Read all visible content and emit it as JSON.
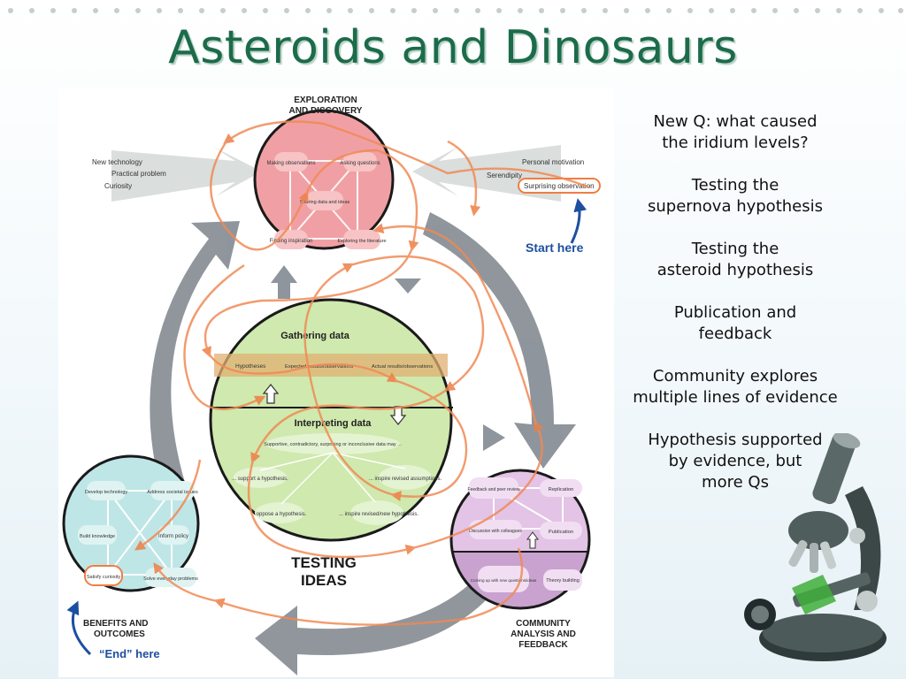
{
  "slide": {
    "title": "Asteroids and Dinosaurs"
  },
  "diagram": {
    "exploration": {
      "title_line1": "EXPLORATION",
      "title_line2": "AND DISCOVERY",
      "nodes": [
        "Making observations",
        "Asking questions",
        "Sharing data and ideas",
        "Finding inspiration",
        "Exploring the literature"
      ]
    },
    "left_inputs": [
      "New technology",
      "Practical problem",
      "Curiosity"
    ],
    "right_inputs": [
      "Personal motivation",
      "Serendipity",
      "Surprising observation"
    ],
    "start_label": "Start here",
    "testing": {
      "gathering": "Gathering data",
      "bands": [
        "Hypotheses",
        "Expected results/observations",
        "Actual results/observations"
      ],
      "interpreting": "Interpreting data",
      "interp_text": "Supportive, contradictory, surprising or inconclusive data may ...",
      "outcomes": [
        "... support a hypothesis.",
        "... inspire revised assumptions.",
        "oppose a hypothesis.",
        "... inspire revised/new hypothesis."
      ],
      "label_line1": "TESTING",
      "label_line2": "IDEAS"
    },
    "benefits": {
      "nodes": [
        "Develop technology",
        "Address societal issues",
        "Build knowledge",
        "Inform policy",
        "Satisfy curiosity",
        "Solve everyday problems"
      ],
      "title_line1": "BENEFITS AND",
      "title_line2": "OUTCOMES",
      "end_label": "“End” here"
    },
    "community": {
      "nodes": [
        "Feedback and peer review",
        "Replication",
        "Discussion with colleagues",
        "Publication",
        "Coming up with new questions/ideas",
        "Theory building"
      ],
      "title_line1": "COMMUNITY",
      "title_line2": "ANALYSIS AND",
      "title_line3": "FEEDBACK"
    }
  },
  "notes": [
    "New Q: what caused\nthe iridium levels?",
    "Testing the\nsupernova hypothesis",
    "Testing the\nasteroid hypothesis",
    "Publication and\nfeedback",
    "Community explores\nmultiple lines of evidence",
    "Hypothesis supported\nby evidence, but\nmore Qs"
  ],
  "colors": {
    "title": "#1c6b4a",
    "exploration_fill": "#f0a0a4",
    "testing_fill": "#cfe9ae",
    "benefits_fill": "#bfe6e6",
    "community_fill": "#e3c3e6",
    "path": "#f08a55",
    "cycle_arrow": "#8a9097",
    "start_blue": "#1d4fa0"
  },
  "decor": [
    "microscope-illustration",
    "slide-dot-border"
  ]
}
